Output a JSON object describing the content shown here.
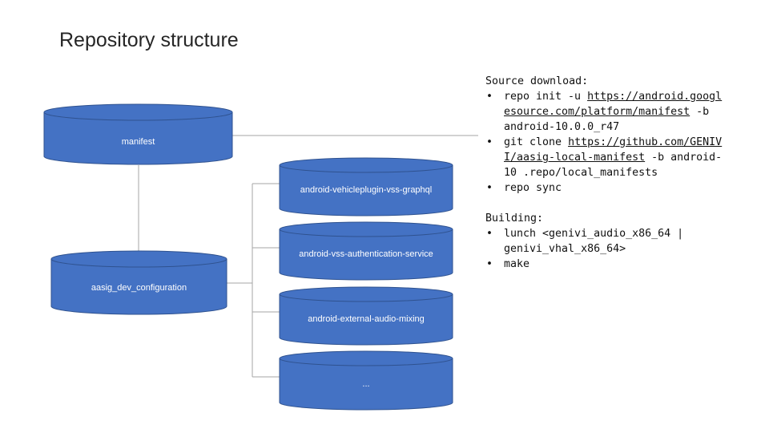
{
  "page": {
    "title": "Repository structure"
  },
  "repos": {
    "manifest": "manifest",
    "vehicleplugin": "android-vehicleplugin-vss-graphql",
    "auth": "android-vss-authentication-service",
    "dev_config": "aasig_dev_configuration",
    "audio": "android-external-audio-mixing",
    "more": "..."
  },
  "colors": {
    "cylinder_fill": "#4472c4",
    "cylinder_stroke": "#2f528f",
    "connector": "#a6a6a6"
  },
  "notes": {
    "source": {
      "heading": "Source download:",
      "items": [
        {
          "prefix": "repo init -u ",
          "link": "https://android.googlesource.com/platform/manifest",
          "suffix": " -b android-10.0.0_r47"
        },
        {
          "prefix": "git clone ",
          "link": "https://github.com/GENIVI/aasig-local-manifest",
          "suffix": " -b android-10 .repo/local_manifests"
        },
        {
          "prefix": "repo sync",
          "link": "",
          "suffix": ""
        }
      ]
    },
    "building": {
      "heading": "Building:",
      "items": [
        "lunch <genivi_audio_x86_64 | genivi_vhal_x86_64>",
        "make"
      ]
    }
  }
}
